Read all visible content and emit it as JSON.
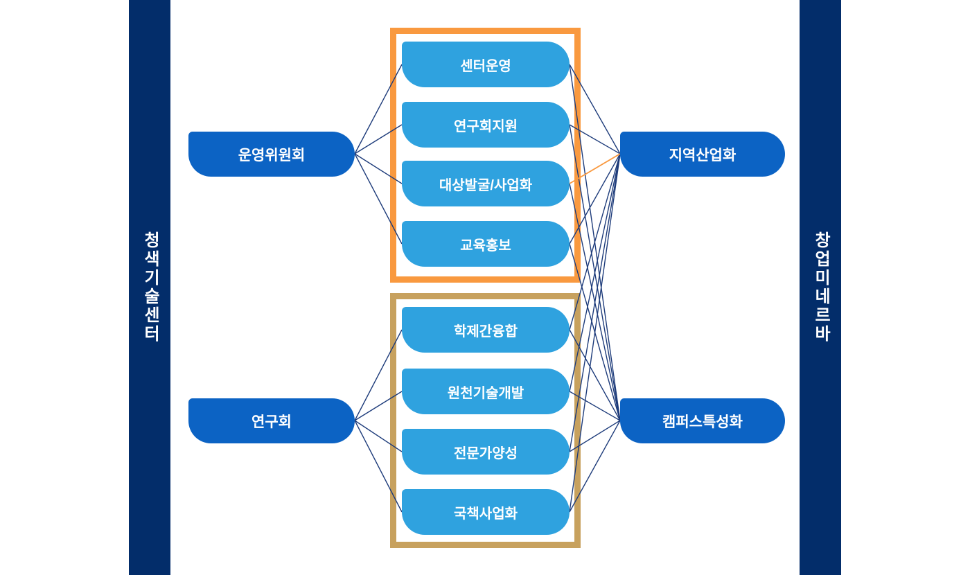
{
  "sidebars": {
    "left": {
      "label": "청색기술센터"
    },
    "right": {
      "label": "창업미네르바"
    }
  },
  "nodes": {
    "L1": {
      "label": "운영위원회"
    },
    "L2": {
      "label": "연구회"
    },
    "T1": {
      "label": "센터운영"
    },
    "T2": {
      "label": "연구회지원"
    },
    "T3": {
      "label": "대상발굴/사업화"
    },
    "T4": {
      "label": "교육홍보"
    },
    "B1": {
      "label": "학제간융합"
    },
    "B2": {
      "label": "원천기술개발"
    },
    "B3": {
      "label": "전문가양성"
    },
    "B4": {
      "label": "국책사업화"
    },
    "R1": {
      "label": "지역산업화"
    },
    "R2": {
      "label": "캠퍼스특성화"
    }
  },
  "edges": [
    {
      "from": "L1",
      "to": "T1"
    },
    {
      "from": "L1",
      "to": "T2"
    },
    {
      "from": "L1",
      "to": "T3"
    },
    {
      "from": "L1",
      "to": "T4"
    },
    {
      "from": "L2",
      "to": "B1"
    },
    {
      "from": "L2",
      "to": "B2"
    },
    {
      "from": "L2",
      "to": "B3"
    },
    {
      "from": "L2",
      "to": "B4"
    },
    {
      "from": "T1",
      "to": "R1"
    },
    {
      "from": "T2",
      "to": "R1"
    },
    {
      "from": "T4",
      "to": "R1"
    },
    {
      "from": "T1",
      "to": "R2"
    },
    {
      "from": "T2",
      "to": "R2"
    },
    {
      "from": "T3",
      "to": "R2"
    },
    {
      "from": "T4",
      "to": "R2"
    },
    {
      "from": "B1",
      "to": "R1"
    },
    {
      "from": "B2",
      "to": "R1"
    },
    {
      "from": "B3",
      "to": "R1"
    },
    {
      "from": "B4",
      "to": "R1"
    },
    {
      "from": "B1",
      "to": "R2"
    },
    {
      "from": "B2",
      "to": "R2"
    },
    {
      "from": "B3",
      "to": "R2"
    },
    {
      "from": "B4",
      "to": "R2"
    },
    {
      "from": "T3",
      "to": "R1",
      "highlight": true
    }
  ],
  "colors": {
    "sidebar_navy": "#032d6a",
    "primary_blue": "#0c63c4",
    "light_blue": "#2fa2df",
    "group_top_border": "#f9993f",
    "group_bottom_border": "#c7a15e",
    "line": "#1d3b7a",
    "highlight_line": "#f9993f"
  }
}
